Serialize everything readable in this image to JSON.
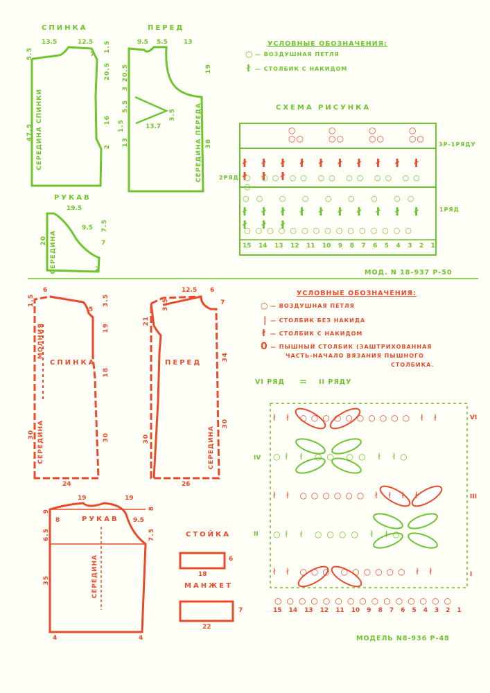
{
  "top": {
    "back_title": "СПИНКА",
    "front_title": "ПЕРЕД",
    "sleeve_title": "РУКАВ",
    "back_center": "СЕРЕДИНА СПИНКИ",
    "front_center": "СЕРЕДИНА ПЕРЕДА",
    "sleeve_center": "СЕРЕДИНА",
    "back_dims": [
      "13.5",
      "12.5",
      "5.5",
      "1.5",
      "7",
      "20.5",
      "16",
      "2",
      "47.5"
    ],
    "front_dims": [
      "9.5",
      "5.5",
      "13",
      "20.5",
      "19",
      "3",
      "5.5",
      "1.5",
      "3.5",
      "13.7",
      "13",
      "38"
    ],
    "sleeve_dims": [
      "19.5",
      "9.5",
      "7.5",
      "20",
      "7",
      "2"
    ],
    "legend_title": "УСЛОВНЫЕ ОБОЗНАЧЕНИЯ:",
    "legend_items": [
      "— ВОЗДУШНАЯ ПЕТЛЯ",
      "— СТОЛБИК С НАКИДОМ"
    ],
    "scheme_title": "СХЕМА РИСУНКА",
    "row_label_3": "3Р-1РЯДУ",
    "row_label_2": "2РЯД",
    "row_label_1": "1РЯД",
    "stitch_numbers": [
      "15",
      "14",
      "13",
      "12",
      "11",
      "10",
      "9",
      "8",
      "7",
      "6",
      "5",
      "4",
      "3",
      "2",
      "1"
    ],
    "model": "МОД. N 18-937 Р-50",
    "colors": {
      "green": "#6cc52c",
      "red": "#e94a2a"
    }
  },
  "bottom": {
    "back_title": "СПИНКА",
    "front_title": "ПЕРЕД",
    "zipper": "МОЛНИЯ",
    "back_center": "СЕРЕДИНА",
    "front_center": "СЕРЕДИНА",
    "back_dims": [
      "6",
      "1.5",
      "3.5",
      "5",
      "19",
      "18",
      "30",
      "30",
      "24"
    ],
    "front_dims": [
      "12.5",
      "6",
      "3.5",
      "7",
      "21",
      "34",
      "30",
      "30",
      "26"
    ],
    "sleeve_title": "РУКАВ",
    "sleeve_center": "СЕРЕДИНА",
    "sleeve_dims": [
      "19",
      "19",
      "9",
      "8",
      "8",
      "9.5",
      "6.5",
      "7.5",
      "35",
      "4",
      "4"
    ],
    "collar_title": "СТОЙКА",
    "collar_dims": [
      "6",
      "18"
    ],
    "cuff_title": "МАНЖЕТ",
    "cuff_dims": [
      "7",
      "22"
    ],
    "legend_title": "УСЛОВНЫЕ ОБОЗНАЧЕНИЯ:",
    "legend_items": [
      "— ВОЗДУШНАЯ ПЕТЛЯ",
      "— СТОЛБИК БЕЗ НАКИДА",
      "— СТОЛБИК С НАКИДОМ",
      "— ПЫШНЫЙ СТОЛБИК (ЗАШТРИХОВАННАЯ",
      "ЧАСТЬ-НАЧАЛО ВЯЗАНИЯ ПЫШНОГО",
      "СТОЛБИКА."
    ],
    "row_rule_left": "VI РЯД",
    "row_rule_eq": "=",
    "row_rule_right": "II РЯДУ",
    "row_marks": [
      "I",
      "II",
      "III",
      "IV",
      "VI"
    ],
    "stitch_numbers": [
      "15",
      "14",
      "13",
      "12",
      "11",
      "10",
      "9",
      "8",
      "7",
      "6",
      "5",
      "4",
      "3",
      "2",
      "1"
    ],
    "model": "МОДЕЛЬ N8-936 Р-48"
  }
}
